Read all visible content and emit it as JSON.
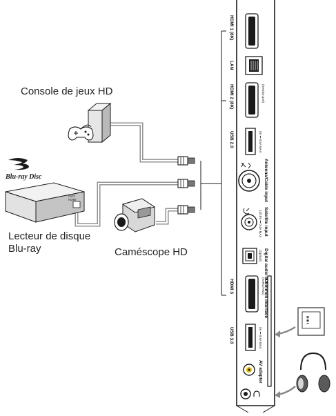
{
  "devices": {
    "game_console": "Console de jeux HD",
    "bluray_player_line1": "Lecteur de disque",
    "bluray_player_line2": "Blu-ray",
    "camcorder": "Caméscope HD",
    "bluray_logo": "Blu-ray Disc",
    "player_port_out": "OUT",
    "player_port_hdmi": "HDMI"
  },
  "ports": {
    "hdmi1": "HDMI 1 (8K)",
    "lan": "LAN",
    "hdmi2": "HDMI 2 (8K)",
    "hdmi2_note": "(Service port)",
    "usb2": "USB 2.0",
    "usb2_rating": "5V ⎓ 0.5A MAX",
    "antenna": "Antenna/Cable input",
    "satellite": "Satellite input",
    "satellite_rating": "13/18V ⎓ 0.4A MAX",
    "digital_audio": "Digital audio out",
    "optical": "(Optical)",
    "hdmi3": "HDMI 3",
    "hdmi3_note": "(eARC/ARC)",
    "common_interface": "Common Interface",
    "usb3": "USB 3.0",
    "usb3_rating": "5V ⎓ 0.9A MAX",
    "av_adapter": "AV adapter"
  },
  "colors": {
    "line": "#1a1a1a",
    "cable": "#888888",
    "device_fill": "#e6e6e6",
    "device_shade": "#b9b9b9"
  }
}
